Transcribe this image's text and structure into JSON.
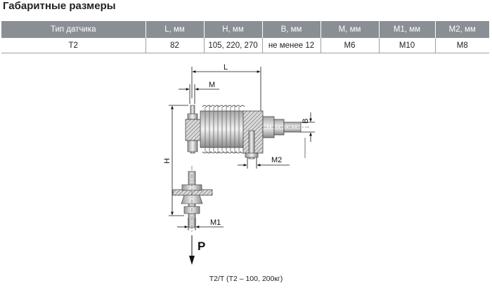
{
  "section_title": "Габаритные размеры",
  "table": {
    "headers": [
      "Тип датчика",
      "L, мм",
      "H, мм",
      "B, мм",
      "M, мм",
      "M1, мм",
      "M2, мм"
    ],
    "rows": [
      [
        "T2",
        "82",
        "105, 220, 270",
        "не менее 12",
        "M6",
        "M10",
        "M8"
      ]
    ]
  },
  "drawing": {
    "labels": {
      "L": "L",
      "M": "M",
      "H": "H",
      "B": "B",
      "M2": "M2",
      "M1": "M1",
      "P": "P"
    },
    "caption": "T2/T (T2 – 100, 200кг)"
  }
}
